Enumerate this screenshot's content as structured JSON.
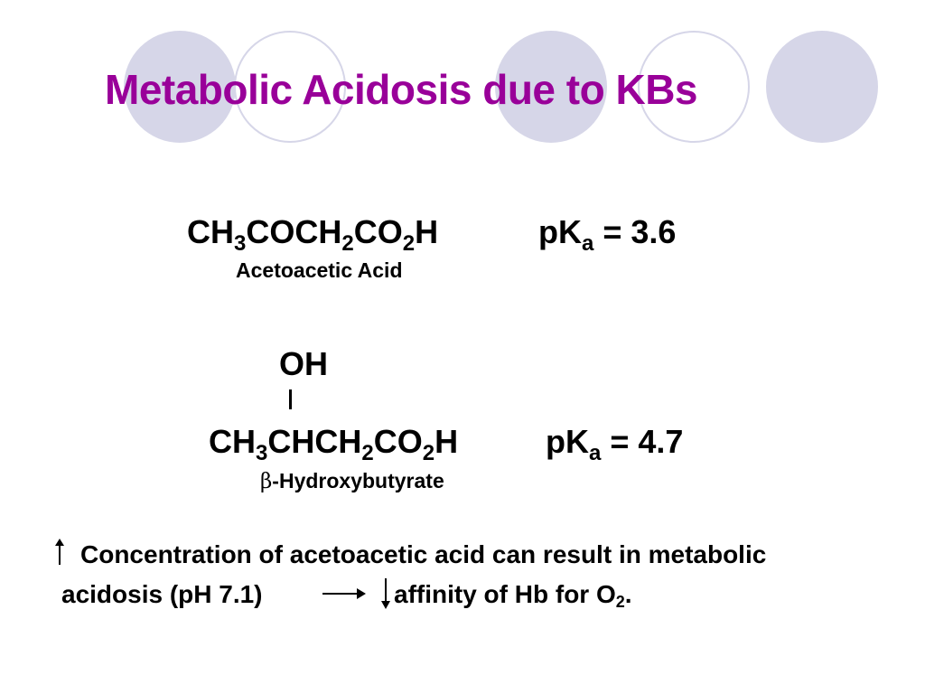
{
  "slide": {
    "title": "Metabolic Acidosis due to KBs",
    "acetoacetic": {
      "formula_parts": [
        "CH",
        "3",
        "COCH",
        "2",
        "CO",
        "2",
        "H"
      ],
      "pka_prefix": "pK",
      "pka_sub": "a",
      "pka_value": "= 3.6",
      "name": "Acetoacetic Acid"
    },
    "hydroxybutyrate": {
      "substituent": "OH",
      "formula_parts": [
        "CH",
        "3",
        "CHCH",
        "2",
        "CO",
        "2",
        "H"
      ],
      "pka_prefix": "pK",
      "pka_sub": "a",
      "pka_value": "= 4.7",
      "name_symbol": "β",
      "name_rest": "-Hydroxybutyrate"
    },
    "note": {
      "line1": "Concentration of acetoacetic acid can result in metabolic",
      "line2_a": "acidosis (pH 7.1)",
      "line2_b": "affinity of Hb for O",
      "line2_sub": "2",
      "line2_end": "."
    },
    "icons": [
      "up-arrow-icon",
      "right-arrow-icon",
      "down-arrow-icon"
    ],
    "colors": {
      "title": "#990099",
      "circle_fill": "#d6d6e8",
      "text": "#000000"
    }
  }
}
